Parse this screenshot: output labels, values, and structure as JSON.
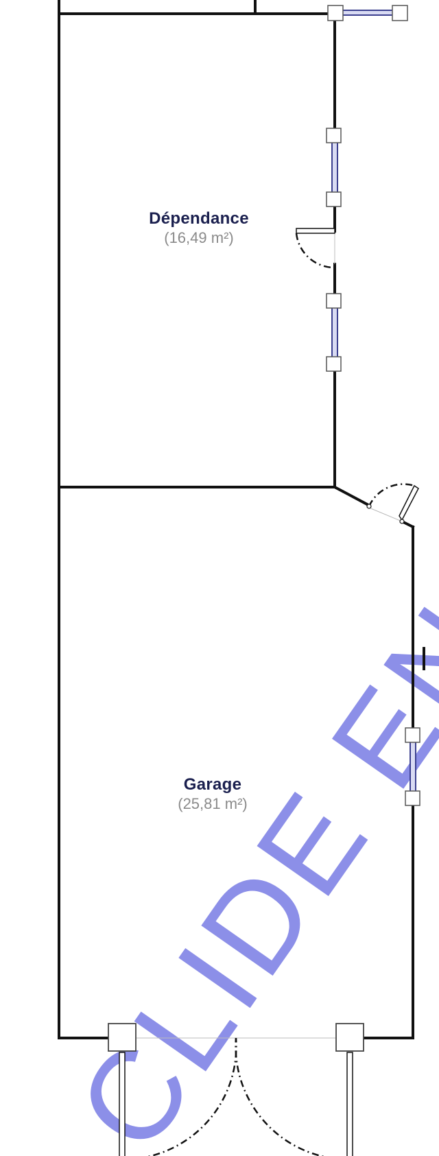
{
  "plan": {
    "rooms": [
      {
        "id": "dependance",
        "name": "Dépendance",
        "area": "(16,49 m²)"
      },
      {
        "id": "garage",
        "name": "Garage",
        "area": "(25,81 m²)"
      }
    ]
  },
  "watermark": {
    "text": "CLIDE EN",
    "color": "#7f83e6"
  },
  "colors": {
    "wall": "#111111",
    "window_frame": "#3b3f8f",
    "window_fill": "#d9dbf3",
    "door_arc": "#111111"
  }
}
